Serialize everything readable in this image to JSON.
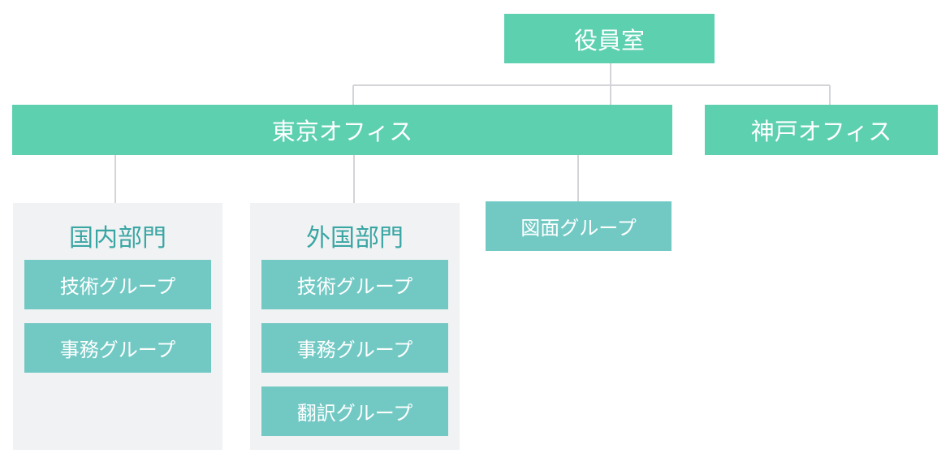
{
  "colors": {
    "primary_box": "#5dd0b0",
    "secondary_box": "#72c9c4",
    "panel_background": "#f1f2f4",
    "panel_title": "#3aa6a3",
    "connector": "#d2d4d8"
  },
  "executive": {
    "label": "役員室"
  },
  "offices": {
    "tokyo": {
      "label": "東京オフィス"
    },
    "kobe": {
      "label": "神戸オフィス"
    }
  },
  "divisions": {
    "domestic": {
      "title": "国内部門",
      "groups": [
        "技術グループ",
        "事務グループ"
      ]
    },
    "foreign": {
      "title": "外国部門",
      "groups": [
        "技術グループ",
        "事務グループ",
        "翻訳グループ"
      ]
    },
    "drawing": {
      "label": "図面グループ"
    }
  }
}
